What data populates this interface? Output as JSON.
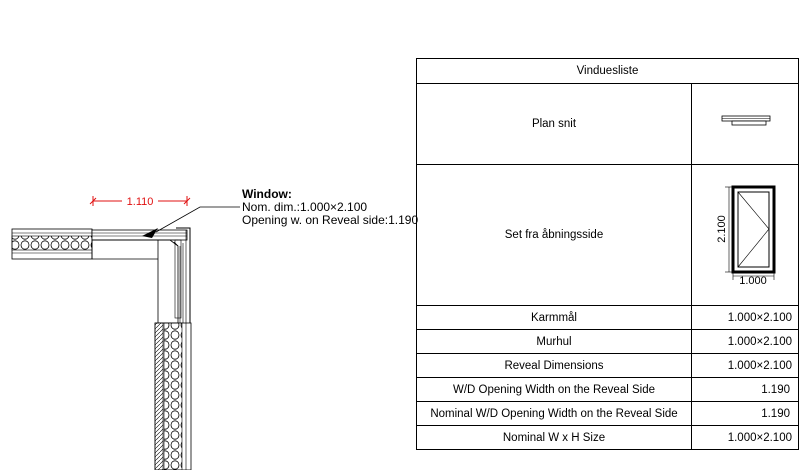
{
  "dimension": {
    "width_label": "1.110"
  },
  "callout": {
    "title": "Window:",
    "line1": "Nom. dim.:1.000×2.100",
    "line2": "Opening w. on Reveal side:1.190"
  },
  "schedule": {
    "header": "Vinduesliste",
    "plan_label": "Plan snit",
    "view_label": "Set fra åbningsside",
    "elevation": {
      "height_label": "2.100",
      "width_label": "1.000"
    },
    "rows": [
      {
        "label": "Karmmål",
        "value": "1.000×2.100"
      },
      {
        "label": "Murhul",
        "value": "1.000×2.100"
      },
      {
        "label": "Reveal Dimensions",
        "value": "1.000×2.100"
      },
      {
        "label": "W/D Opening Width on the Reveal Side",
        "value": "1.190"
      },
      {
        "label": "Nominal W/D Opening Width on the Reveal Side",
        "value": "1.190"
      },
      {
        "label": "Nominal W x H Size",
        "value": "1.000×2.100"
      }
    ]
  },
  "colors": {
    "dimension": "#e01010",
    "line": "#000000"
  }
}
